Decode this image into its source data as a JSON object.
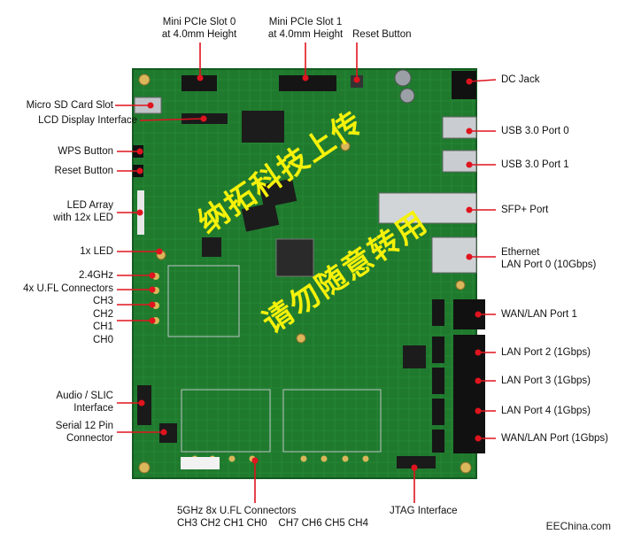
{
  "labels": {
    "mini_pcie_0": [
      "Mini PCIe Slot 0",
      "at 4.0mm Height"
    ],
    "mini_pcie_1": [
      "Mini PCIe Slot 1",
      "at 4.0mm Height"
    ],
    "reset_button_top": "Reset Button",
    "dc_jack": "DC Jack",
    "micro_sd": "Micro SD Card Slot",
    "lcd": "LCD Display Interface",
    "wps": "WPS Button",
    "reset_button_left": "Reset Button",
    "led_array": [
      "LED Array",
      "with 12x LED"
    ],
    "one_led": "1x LED",
    "ufl_24": [
      "2.4GHz",
      "4x U.FL Connectors",
      "CH3",
      "CH2",
      "CH1",
      "CH0"
    ],
    "audio": [
      "Audio / SLIC",
      "Interface"
    ],
    "serial": [
      "Serial 12 Pin",
      "Connector"
    ],
    "ufl_5": [
      "5GHz 8x U.FL Connectors",
      "CH3 CH2 CH1 CH0    CH7 CH6 CH5 CH4"
    ],
    "jtag": "JTAG Interface",
    "usb0": "USB 3.0 Port 0",
    "usb1": "USB 3.0 Port 1",
    "sfp": "SFP+ Port",
    "eth0": [
      "Ethernet",
      "LAN Port 0 (10Gbps)"
    ],
    "wan1": "WAN/LAN Port 1",
    "lan2": "LAN Port 2 (1Gbps)",
    "lan3": "LAN Port 3 (1Gbps)",
    "lan4": "LAN Port 4 (1Gbps)",
    "wanlan": "WAN/LAN Port (1Gbps)"
  },
  "watermark": {
    "line1": "纳拓科技上传",
    "line2": "请勿随意转用"
  },
  "credit": "EEChina.com",
  "colors": {
    "pcb": "#1f7a2e",
    "pointer": "#e0141e",
    "watermark": "#f5f10a"
  }
}
